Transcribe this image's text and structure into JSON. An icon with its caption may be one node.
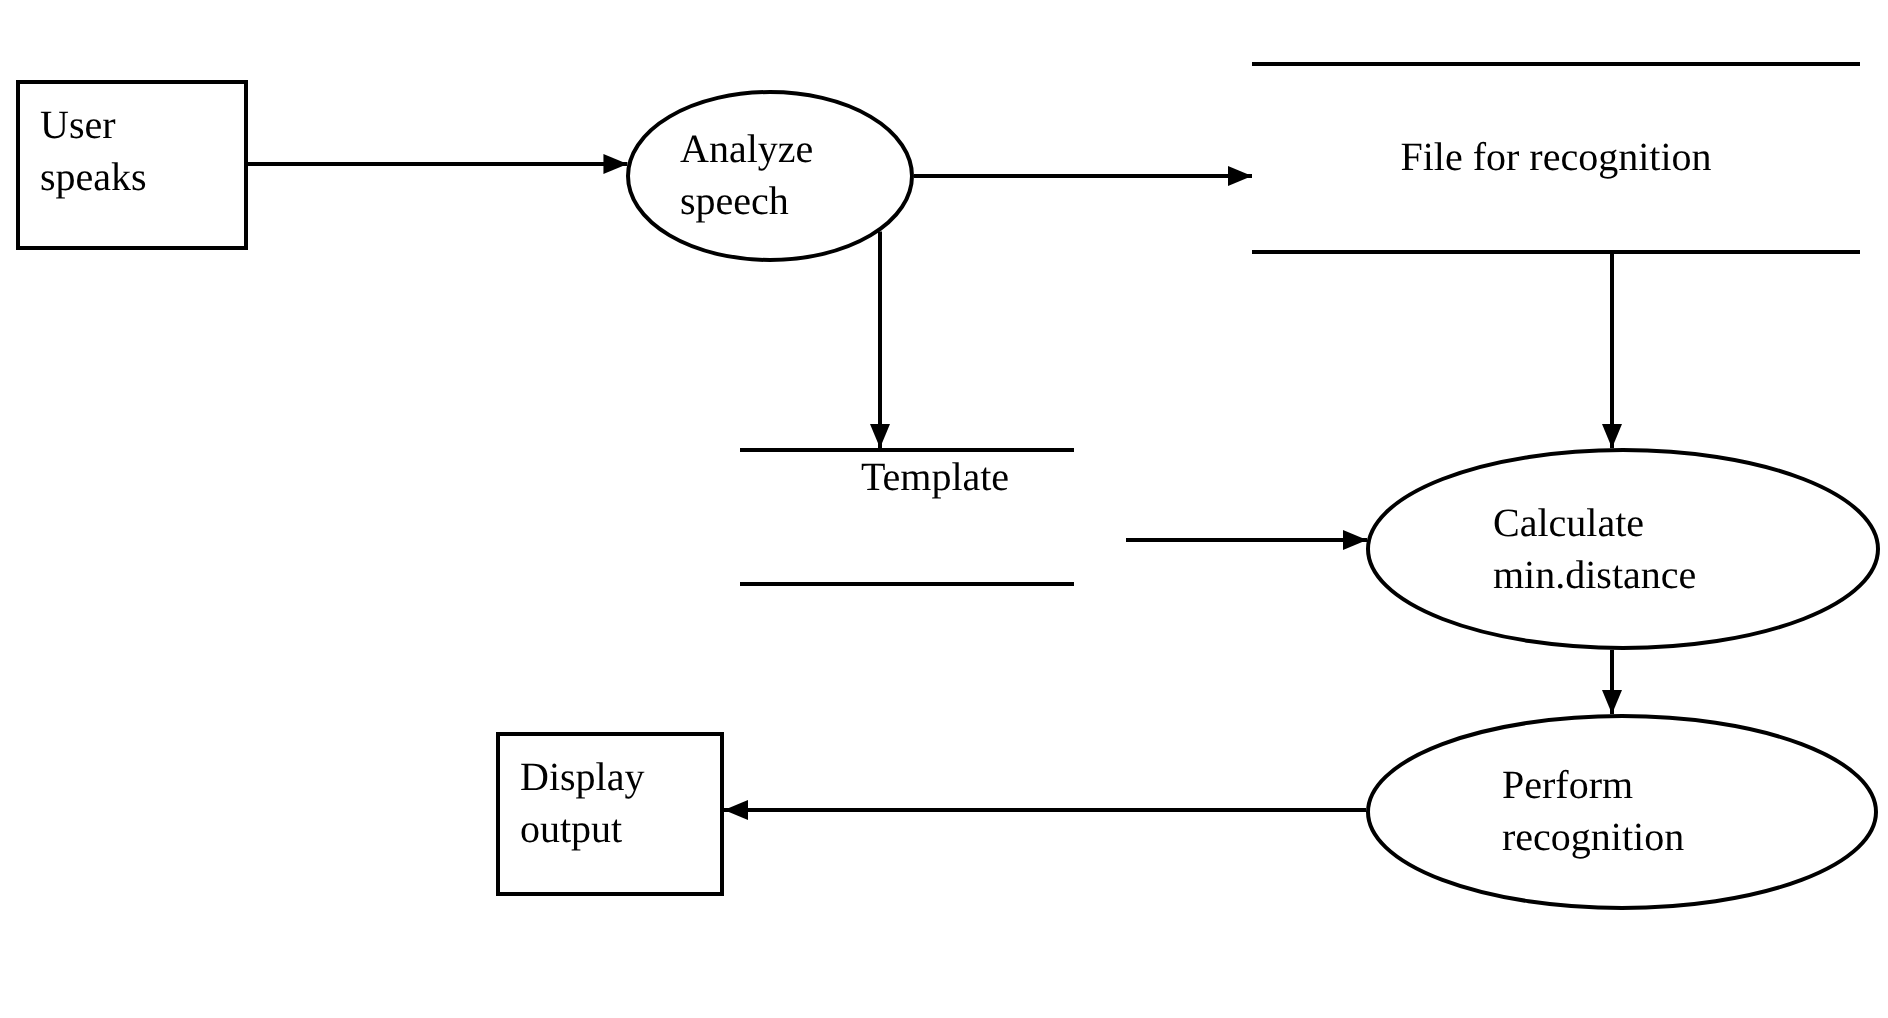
{
  "diagram": {
    "nodes": [
      {
        "text": [
          "User speaks"
        ]
      },
      {
        "text": [
          "Analyze speech"
        ]
      },
      {
        "text": [
          "File for recognition"
        ]
      },
      {
        "text": [
          "Template"
        ]
      },
      {
        "text": [
          "Calculate min.distance"
        ]
      },
      {
        "text": [
          "Perform recognition"
        ]
      },
      {
        "text": [
          "Display output"
        ]
      }
    ],
    "edges": [
      {
        "from": 0,
        "to": 1,
        "arrow": "to"
      },
      {
        "from": 1,
        "to": 2,
        "arrow": "to"
      },
      {
        "from": 1,
        "to": 3,
        "arrow": "to"
      },
      {
        "from": 2,
        "to": 4,
        "arrow": "to"
      },
      {
        "from": 3,
        "to": 4,
        "arrow": "to"
      },
      {
        "from": 4,
        "to": 5,
        "arrow": "to"
      },
      {
        "from": 5,
        "to": 6,
        "arrow": "to"
      }
    ]
  }
}
